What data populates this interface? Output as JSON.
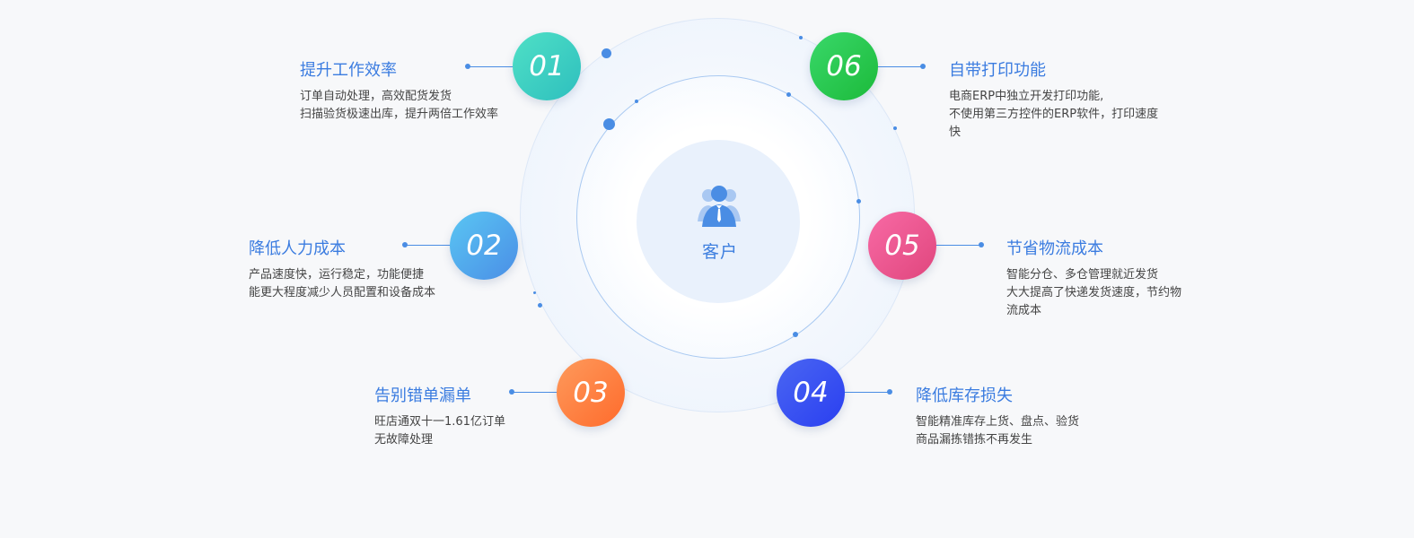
{
  "center": {
    "label": "客户",
    "icon": "customer-group-icon",
    "icon_color": "#4a8de4"
  },
  "colors": {
    "accent": "#3b7ce0",
    "badge_01": "#3ccfc2",
    "badge_02": "#4fa7ee",
    "badge_03": "#ff7a3a",
    "badge_04": "#3451f2",
    "badge_05": "#ec5690",
    "badge_06": "#27c94f"
  },
  "features": [
    {
      "number": "01",
      "title": "提升工作效率",
      "lines": [
        "订单自动处理，高效配货发货",
        "扫描验货极速出库，提升两倍工作效率"
      ]
    },
    {
      "number": "02",
      "title": "降低人力成本",
      "lines": [
        "产品速度快，运行稳定，功能便捷",
        "能更大程度减少人员配置和设备成本"
      ]
    },
    {
      "number": "03",
      "title": "告别错单漏单",
      "lines": [
        "旺店通双十一1.61亿订单",
        "无故障处理"
      ]
    },
    {
      "number": "04",
      "title": "降低库存损失",
      "lines": [
        "智能精准库存上货、盘点、验货",
        "商品漏拣错拣不再发生"
      ]
    },
    {
      "number": "05",
      "title": "节省物流成本",
      "lines": [
        "智能分仓、多仓管理就近发货",
        "大大提高了快递发货速度，节约物",
        "流成本"
      ]
    },
    {
      "number": "06",
      "title": "自带打印功能",
      "lines": [
        "电商ERP中独立开发打印功能,",
        "不使用第三方控件的ERP软件，打印速度",
        "快"
      ]
    }
  ]
}
